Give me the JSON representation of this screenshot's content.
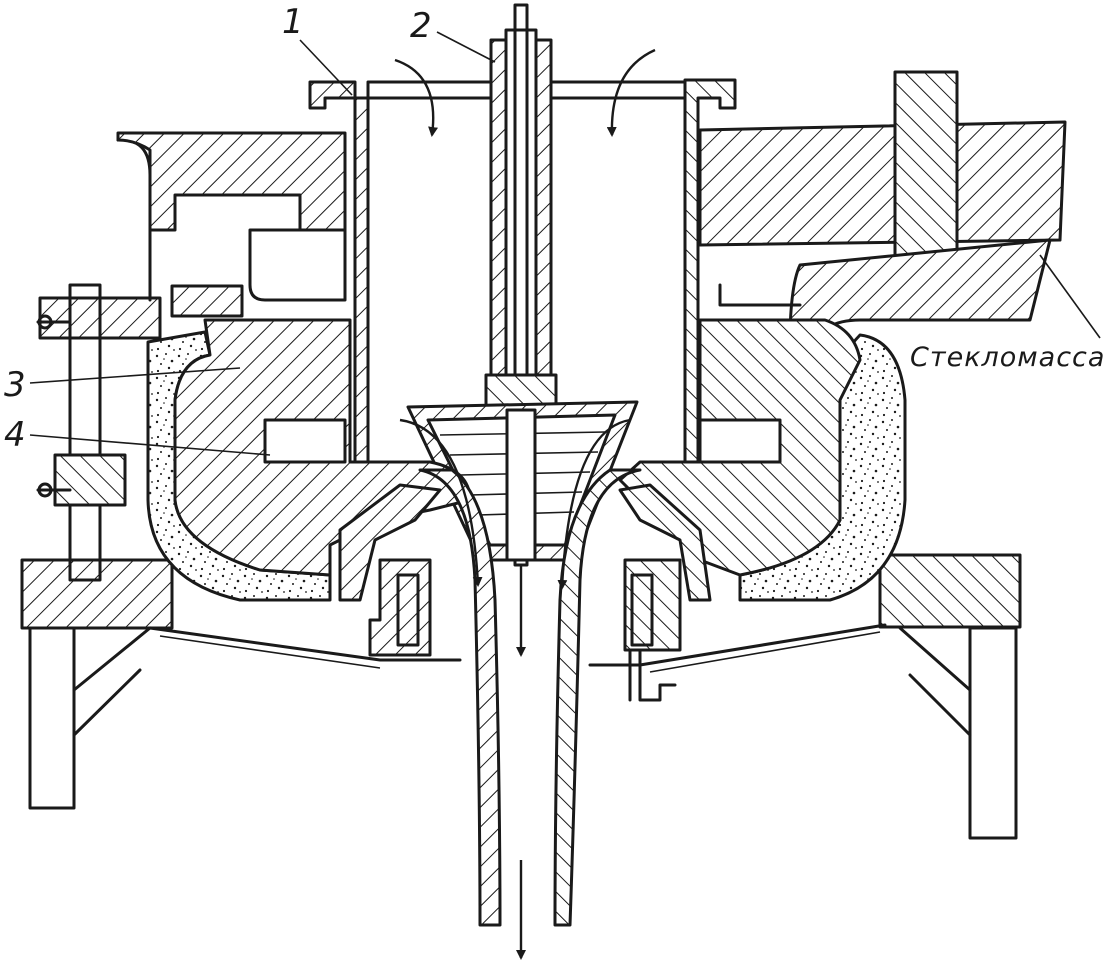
{
  "labels": {
    "part_1": "1",
    "part_2": "2",
    "part_3": "3",
    "part_4": "4",
    "glass_melt": "Стекломасса"
  }
}
